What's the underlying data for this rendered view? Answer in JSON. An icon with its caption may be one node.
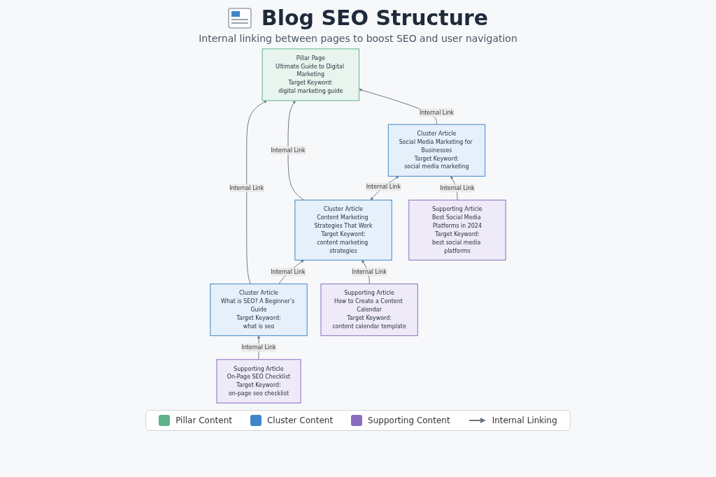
{
  "diagram": {
    "title": "Blog SEO Structure",
    "nodes": [
      {
        "text": [
          "Pillar Page",
          "Ultimate Guide to Digital Marketing",
          "Target Keyword:",
          "digital marketing guide"
        ]
      },
      {
        "text": [
          "Cluster Article",
          "What is SEO? A Beginner’s Guide",
          "Target Keyword:",
          "what is seo"
        ]
      },
      {
        "text": [
          "Cluster Article",
          "Content Marketing Strategies That Work",
          "Target Keyword:",
          "content marketing strategies"
        ]
      },
      {
        "text": [
          "Cluster Article",
          "Social Media Marketing for Businesses",
          "Target Keyword:",
          "social media marketing"
        ]
      },
      {
        "text": [
          "Supporting Article",
          "On-Page SEO Checklist",
          "Target Keyword:",
          "on-page seo checklist"
        ]
      },
      {
        "text": [
          "Supporting Article",
          "How to Create a Content Calendar",
          "Target Keyword:",
          "content calendar template"
        ]
      },
      {
        "text": [
          "Supporting Article",
          "Best Social Media Platforms in 2024",
          "Target Keyword:",
          "best social media platforms"
        ]
      }
    ],
    "edges": [
      {
        "from": 1,
        "to": 0,
        "arrow": "to",
        "label": "Internal Link"
      },
      {
        "from": 2,
        "to": 0,
        "arrow": "to",
        "label": "Internal Link"
      },
      {
        "from": 3,
        "to": 0,
        "arrow": "to",
        "label": "Internal Link"
      },
      {
        "from": 1,
        "to": 2,
        "arrow": "to",
        "label": "Internal Link"
      },
      {
        "from": 2,
        "to": 3,
        "arrow": "both",
        "label": "Internal Link"
      },
      {
        "from": 4,
        "to": 1,
        "arrow": "to",
        "label": "Internal Link"
      },
      {
        "from": 5,
        "to": 2,
        "arrow": "to",
        "label": "Internal Link"
      },
      {
        "from": 6,
        "to": 3,
        "arrow": "to",
        "label": "Internal Link"
      }
    ],
    "labels": [
      "Internal linking between pages to boost SEO and user navigation"
    ],
    "legend": [
      {
        "text": "Pillar Content",
        "color": "#5fb38a"
      },
      {
        "text": "Cluster Content",
        "color": "#3f86c8"
      },
      {
        "text": "Supporting Content",
        "color": "#8a6cc0"
      },
      {
        "text": "Internal Linking"
      }
    ]
  }
}
